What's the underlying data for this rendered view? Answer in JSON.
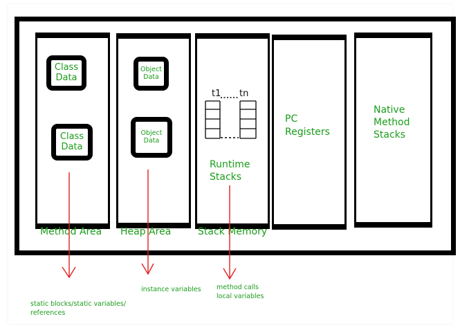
{
  "method_area": {
    "label": "Method Area",
    "boxes": [
      {
        "line1": "Class",
        "line2": "Data"
      },
      {
        "line1": "Class",
        "line2": "Data"
      }
    ],
    "note": [
      "static blocks/static variables/",
      "references"
    ]
  },
  "heap_area": {
    "label": "Heap Area",
    "boxes": [
      {
        "line1": "Object",
        "line2": "Data"
      },
      {
        "line1": "Object",
        "line2": "Data"
      }
    ],
    "note": [
      "instance variables"
    ]
  },
  "stack_memory": {
    "label": "Stack Memory",
    "thread_first": "t1",
    "thread_last": "tn",
    "inner_label": [
      "Runtime",
      "Stacks"
    ],
    "note": [
      "method calls",
      "local variables"
    ]
  },
  "pc_registers": {
    "label": [
      "PC",
      "Registers"
    ]
  },
  "native_method_stacks": {
    "label": [
      "Native",
      "Method",
      "Stacks"
    ]
  },
  "colors": {
    "text": "#1a9c1a",
    "arrow": "#e02020",
    "border": "#000000"
  }
}
